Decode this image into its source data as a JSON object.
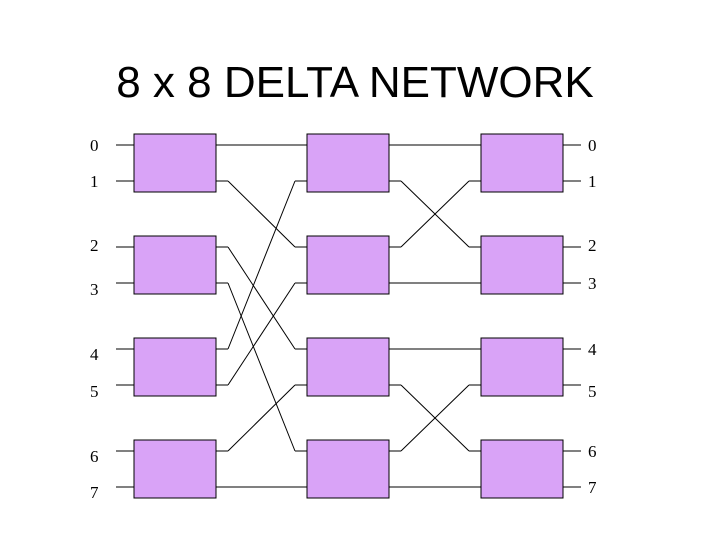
{
  "title": "8 x 8 DELTA NETWORK",
  "input_labels": [
    "0",
    "1",
    "2",
    "3",
    "4",
    "5",
    "6",
    "7"
  ],
  "output_labels": [
    "0",
    "1",
    "2",
    "3",
    "4",
    "5",
    "6",
    "7"
  ],
  "colors": {
    "switch_fill": "#d9a3f7",
    "line": "#000000",
    "background": "#ffffff"
  }
}
